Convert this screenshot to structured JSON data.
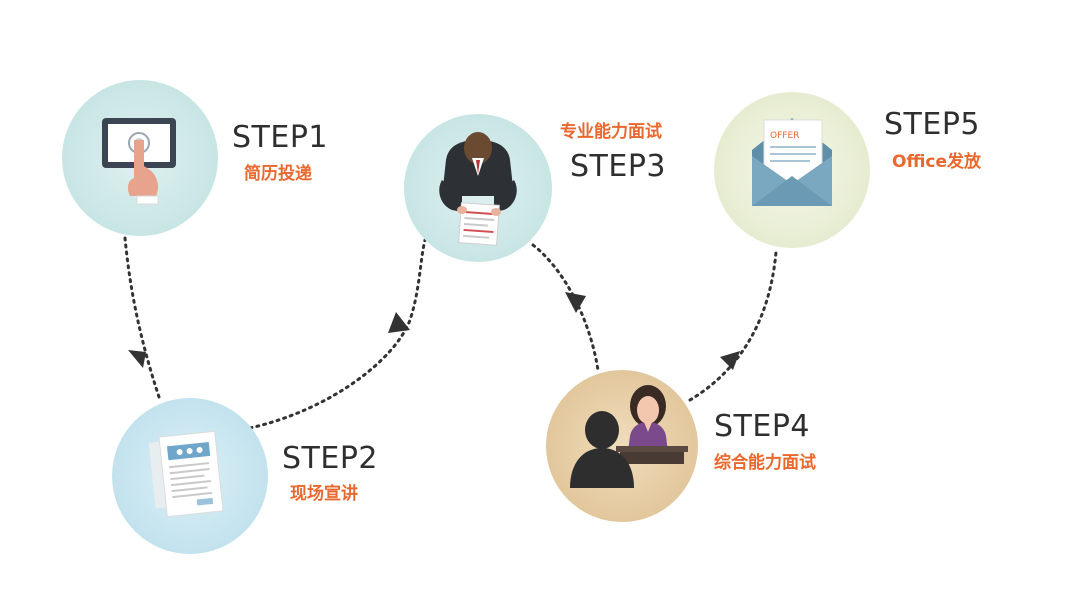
{
  "colors": {
    "accent": "#e8682e",
    "step_text": "#2f2f2f",
    "circle_teal": "#cfe9e8",
    "circle_blue": "#cbe7f1",
    "circle_cream": "#eef2dc",
    "circle_tan": "#e9d2ad",
    "connector": "#333333"
  },
  "steps": [
    {
      "label": "STEP1",
      "subtitle": "简历投递",
      "icon": "touchscreen-monitor-icon"
    },
    {
      "label": "STEP2",
      "subtitle": "现场宣讲",
      "icon": "brochure-document-icon"
    },
    {
      "label": "STEP3",
      "subtitle": "专业能力面试",
      "icon": "person-reading-document-icon"
    },
    {
      "label": "STEP4",
      "subtitle": "综合能力面试",
      "icon": "interview-two-people-icon"
    },
    {
      "label": "STEP5",
      "subtitle": "Office发放",
      "icon": "offer-envelope-icon"
    }
  ],
  "offer_text": "OFFER"
}
